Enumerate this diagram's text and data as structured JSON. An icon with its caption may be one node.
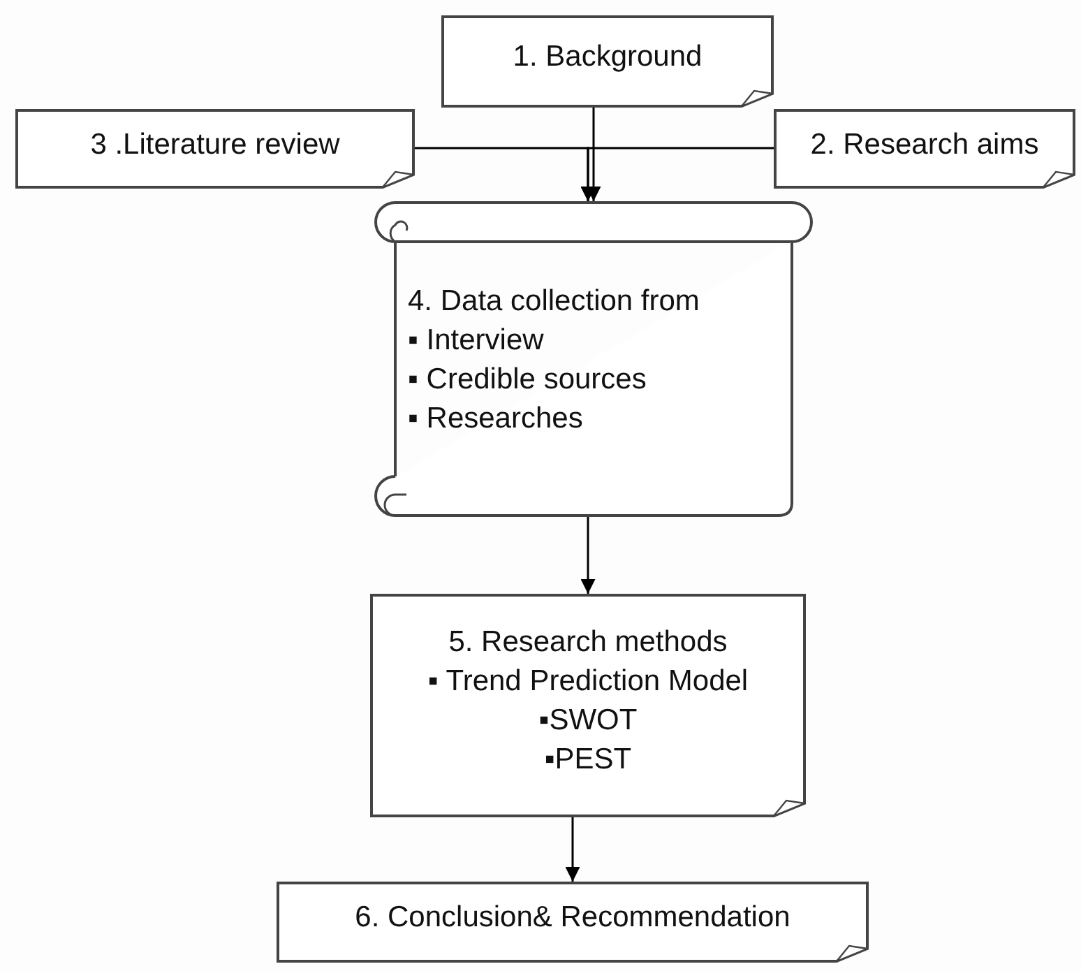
{
  "diagram": {
    "nodes": [
      {
        "text": [
          "1. Background"
        ]
      },
      {
        "text": [
          "3 .Literature review"
        ]
      },
      {
        "text": [
          "2. Research aims"
        ]
      },
      {
        "text": [
          "4. Data collection from",
          "▪ Interview",
          "▪ Credible sources",
          "▪ Researches"
        ]
      },
      {
        "text": [
          "5. Research methods",
          "▪ Trend Prediction Model",
          "▪SWOT",
          "▪PEST"
        ]
      },
      {
        "text": [
          "6. Conclusion& Recommendation"
        ]
      }
    ],
    "edges": [
      {
        "from": 0,
        "to": 3,
        "arrow": "to"
      },
      {
        "from": 1,
        "to": 3,
        "arrow": "to"
      },
      {
        "from": 2,
        "to": 3,
        "arrow": "to"
      },
      {
        "from": 3,
        "to": 4,
        "arrow": "to"
      },
      {
        "from": 4,
        "to": 5,
        "arrow": "to"
      }
    ]
  }
}
